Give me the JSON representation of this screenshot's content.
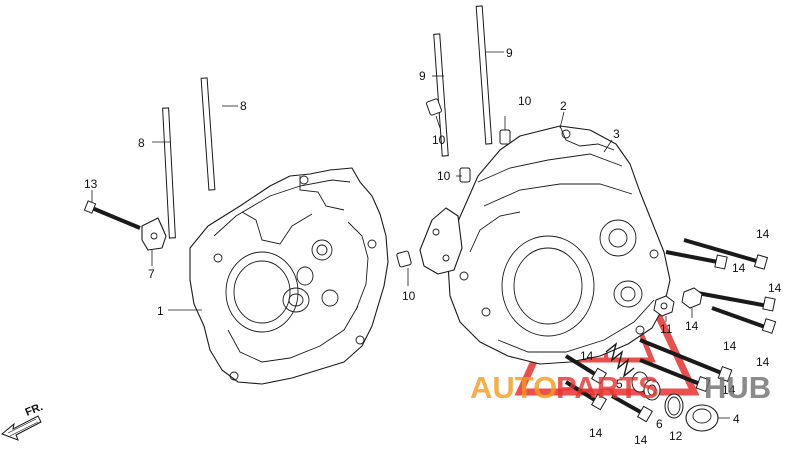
{
  "diagram": {
    "callouts": [
      {
        "id": "c1",
        "text": "1"
      },
      {
        "id": "c2",
        "text": "2"
      },
      {
        "id": "c3",
        "text": "3"
      },
      {
        "id": "c4",
        "text": "4"
      },
      {
        "id": "c5",
        "text": "5"
      },
      {
        "id": "c6",
        "text": "6"
      },
      {
        "id": "c7",
        "text": "7"
      },
      {
        "id": "c8a",
        "text": "8"
      },
      {
        "id": "c8b",
        "text": "8"
      },
      {
        "id": "c9a",
        "text": "9"
      },
      {
        "id": "c9b",
        "text": "9"
      },
      {
        "id": "c10a",
        "text": "10"
      },
      {
        "id": "c10b",
        "text": "10"
      },
      {
        "id": "c10c",
        "text": "10"
      },
      {
        "id": "c10d",
        "text": "10"
      },
      {
        "id": "c11",
        "text": "11"
      },
      {
        "id": "c12",
        "text": "12"
      },
      {
        "id": "c13",
        "text": "13"
      },
      {
        "id": "c14a",
        "text": "14"
      },
      {
        "id": "c14b",
        "text": "14"
      },
      {
        "id": "c14c",
        "text": "14"
      },
      {
        "id": "c14d",
        "text": "14"
      },
      {
        "id": "c14e",
        "text": "14"
      },
      {
        "id": "c14f",
        "text": "14"
      },
      {
        "id": "c14g",
        "text": "14"
      },
      {
        "id": "c14h",
        "text": "14"
      },
      {
        "id": "c14i",
        "text": "14"
      },
      {
        "id": "c14j",
        "text": "14"
      }
    ],
    "direction_label": "FR."
  },
  "watermark": {
    "text_left": "AUTO",
    "text_middle": "PARTS",
    "text_right": "HUB",
    "color_red": "#e8312f",
    "color_orange": "#f39a1e",
    "color_gray": "#6f6f6f"
  }
}
